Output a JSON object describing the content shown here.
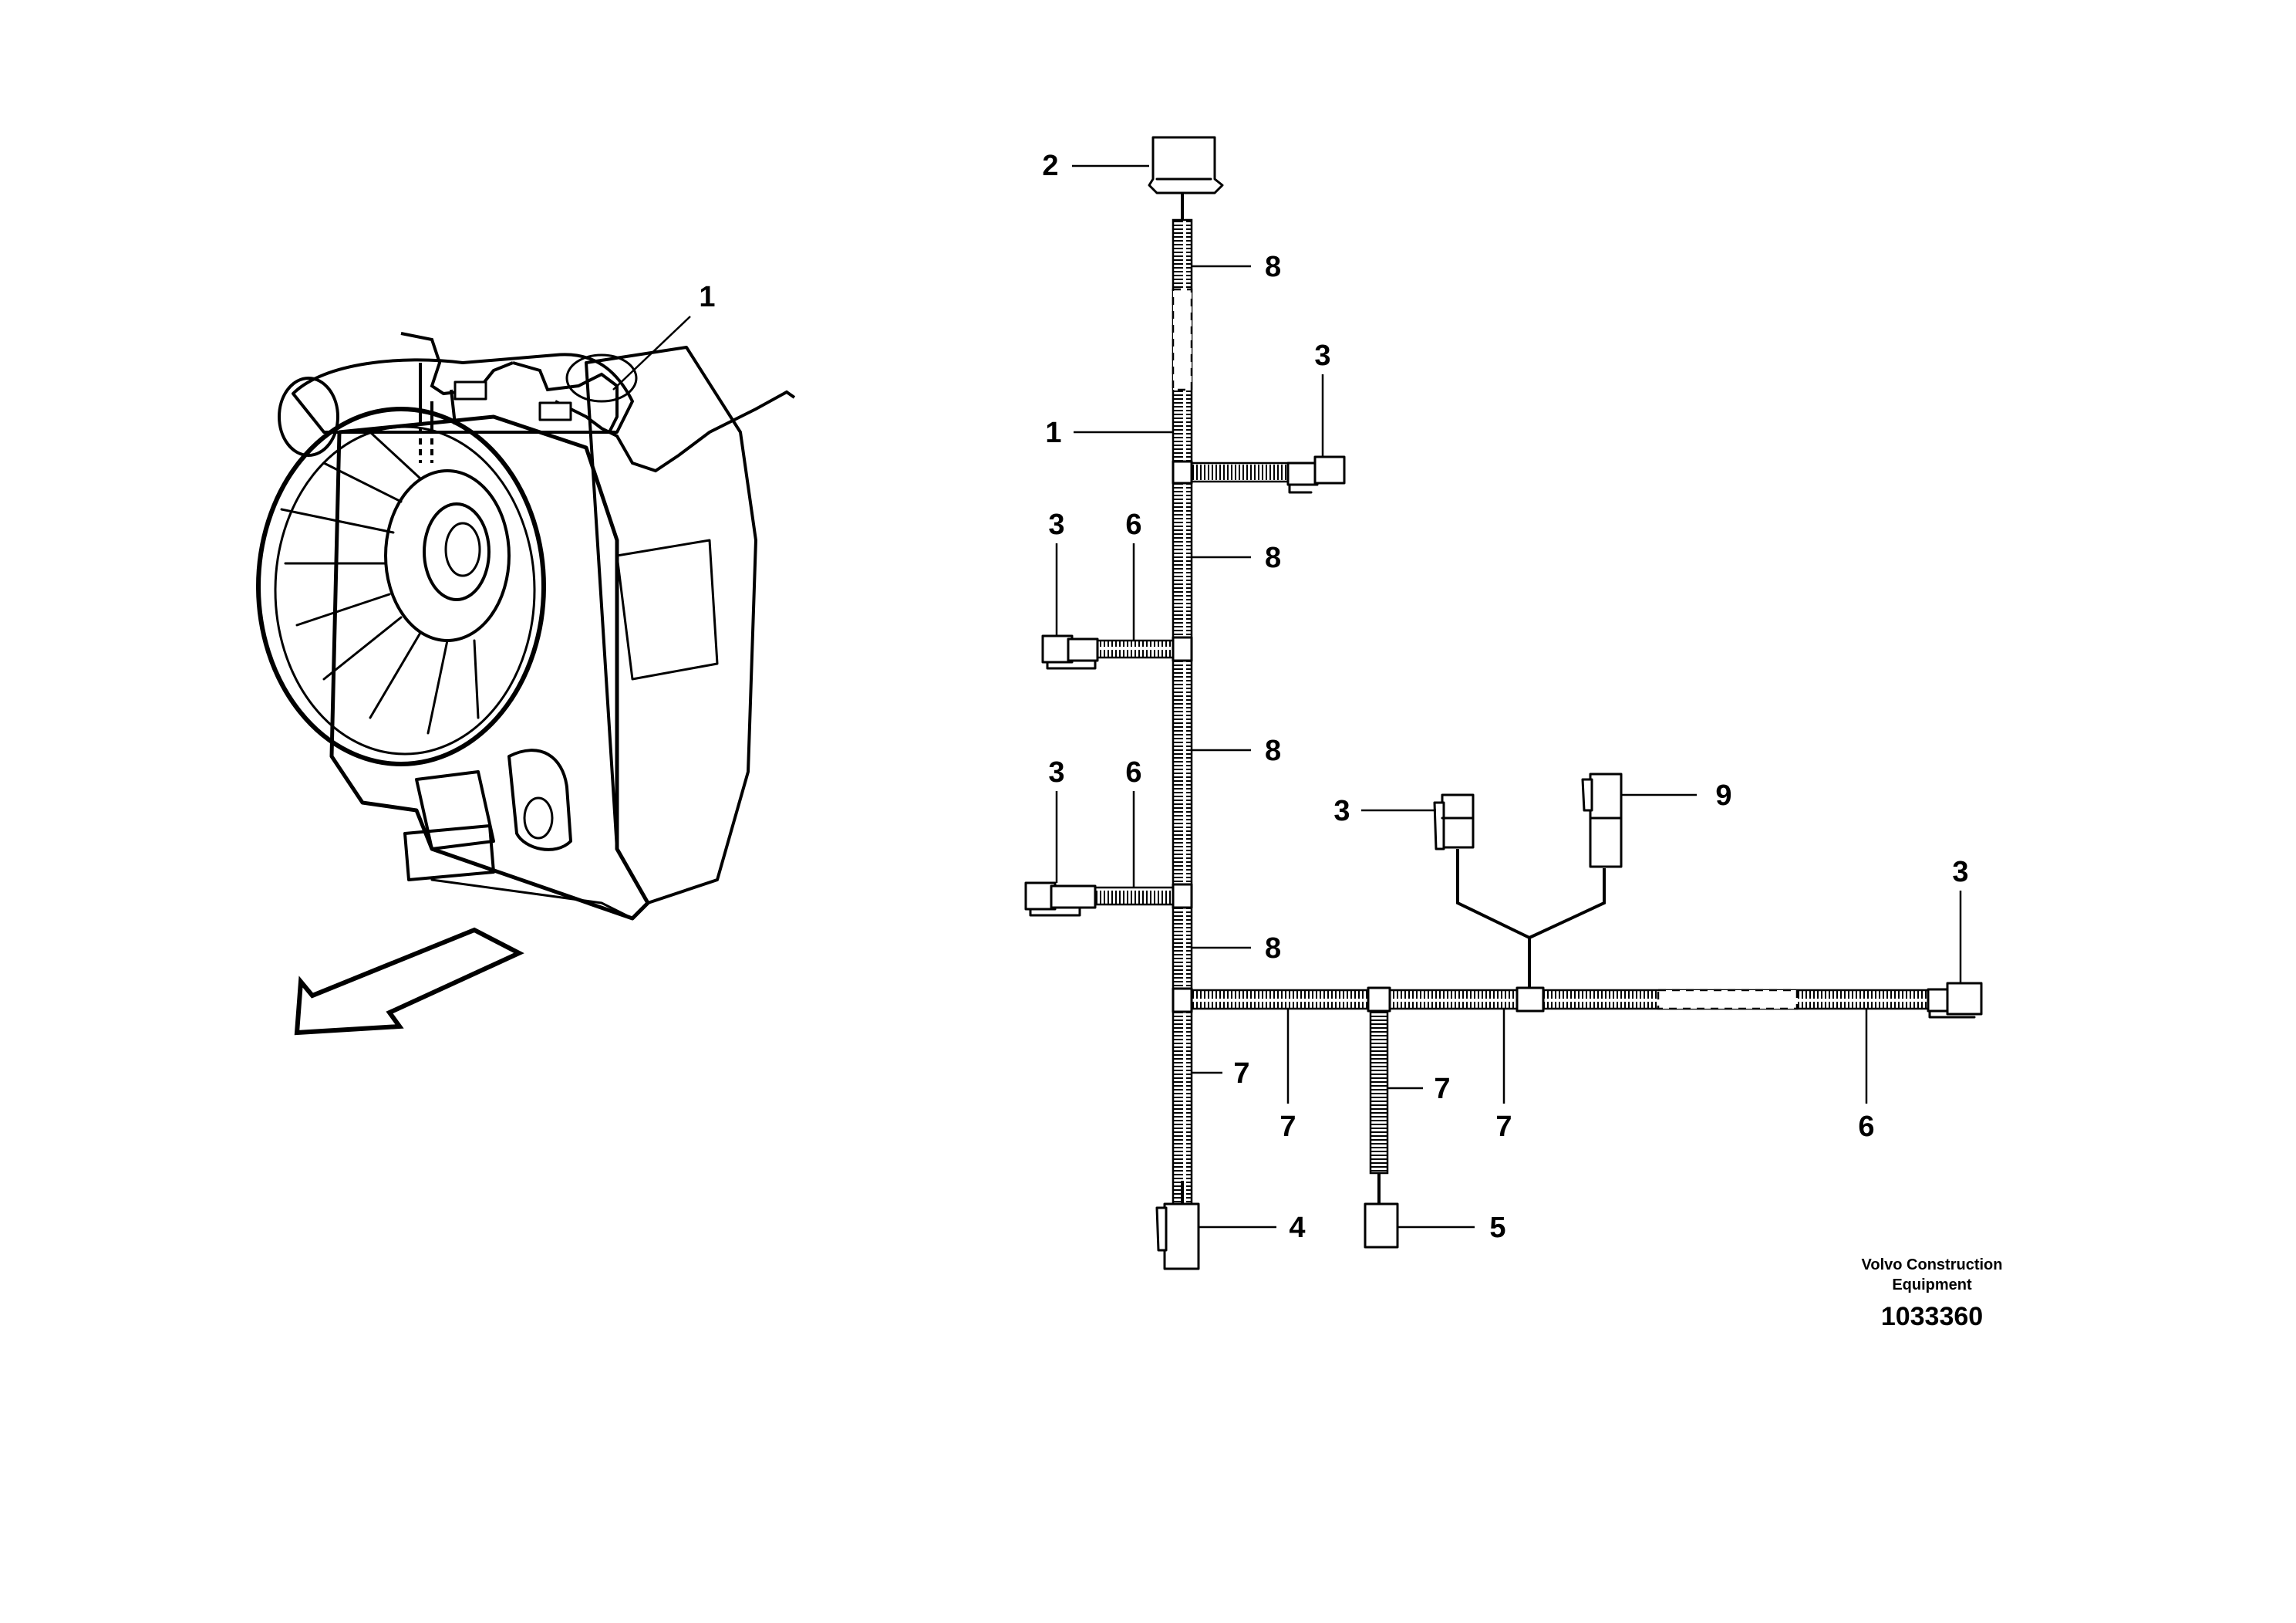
{
  "labels": {
    "item_1": "1",
    "item_2": "2",
    "item_3": "3",
    "item_4": "4",
    "item_5": "5",
    "item_6": "6",
    "item_7": "7",
    "item_8": "8",
    "item_9": "9"
  },
  "footer": {
    "company_line1": "Volvo Construction",
    "company_line2": "Equipment",
    "drawing_number": "1033360"
  },
  "icons": {
    "transmission": "transmission-illustration",
    "direction_arrow": "forward-direction-arrow-icon",
    "connector": "connector-icon"
  }
}
